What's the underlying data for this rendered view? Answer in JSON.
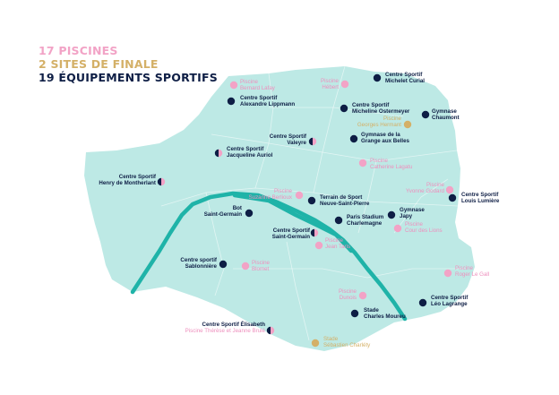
{
  "legend": {
    "piscines": "17 PISCINES",
    "finale": "2 SITES DE FINALE",
    "equipements": "19 ÉQUIPEMENTS SPORTIFS"
  },
  "colors": {
    "map_fill": "#bde9e5",
    "river": "#1fb3a8",
    "pink": "#f2a3c6",
    "gold": "#d4b067",
    "navy": "#0e1e45"
  },
  "sites": [
    {
      "lines": [
        "Piscine",
        "Bernard Lafay"
      ],
      "category": "pink"
    },
    {
      "lines": [
        "Piscine",
        "Hébert"
      ],
      "category": "pink"
    },
    {
      "lines": [
        "Centre Sportif",
        "Michelet Curial"
      ],
      "category": "navy"
    },
    {
      "lines": [
        "Centre Sportif",
        "Alexandre Lippmann"
      ],
      "category": "navy"
    },
    {
      "lines": [
        "Centre Sportif",
        "Micheline Ostermeyer"
      ],
      "category": "navy"
    },
    {
      "lines": [
        "Piscine",
        "Georges Hermant"
      ],
      "category": "gold"
    },
    {
      "lines": [
        "Gymnase",
        "Chaumont"
      ],
      "category": "navy"
    },
    {
      "lines": [
        "Centre Sportif",
        "Valeyre"
      ],
      "category": "half"
    },
    {
      "lines": [
        "Gymnase de la",
        "Grange aux Belles"
      ],
      "category": "navy"
    },
    {
      "lines": [
        "Centre Sportif",
        "Jacqueline Auriol"
      ],
      "category": "half"
    },
    {
      "lines": [
        "Piscine",
        "Catherine Lagatu"
      ],
      "category": "pink"
    },
    {
      "lines": [
        "Centre Sportif",
        "Henry de Montherlant"
      ],
      "category": "half"
    },
    {
      "lines": [
        "Piscine",
        "Yvonne Godard"
      ],
      "category": "pink"
    },
    {
      "lines": [
        "Centre Sportif",
        "Louis Lumière"
      ],
      "category": "navy"
    },
    {
      "lines": [
        "Piscine",
        "Suzanne Berlioux"
      ],
      "category": "pink"
    },
    {
      "lines": [
        "Terrain de Sport",
        "Neuve-Saint-Pierre"
      ],
      "category": "navy"
    },
    {
      "lines": [
        "Bot",
        "Saint-Germain"
      ],
      "category": "navy"
    },
    {
      "lines": [
        "Gymnase",
        "Japy"
      ],
      "category": "navy"
    },
    {
      "lines": [
        "Paris Stadium",
        "Charlemagne"
      ],
      "category": "navy"
    },
    {
      "lines": [
        "Piscine",
        "Cour des Lions"
      ],
      "category": "pink"
    },
    {
      "lines": [
        "Centre Sportif",
        "Saint-Germain"
      ],
      "category": "half"
    },
    {
      "lines": [
        "Piscine",
        "Jean Taris"
      ],
      "category": "pink"
    },
    {
      "lines": [
        "Centre sportif",
        "Sablonnière"
      ],
      "category": "navy"
    },
    {
      "lines": [
        "Piscine",
        "Blomet"
      ],
      "category": "pink"
    },
    {
      "lines": [
        "Piscine",
        "Roger Le Gall"
      ],
      "category": "pink"
    },
    {
      "lines": [
        "Piscine",
        "Dunois"
      ],
      "category": "pink"
    },
    {
      "lines": [
        "Centre Sportif",
        "Léo Lagrange"
      ],
      "category": "navy"
    },
    {
      "lines": [
        "Stade",
        "Charles Moureu"
      ],
      "category": "navy"
    },
    {
      "lines": [
        "Centre Sportif Élisabeth",
        "Piscine Thérèse et Jeanne Brulé"
      ],
      "category": "half"
    },
    {
      "lines": [
        "Stade",
        "Sébastien Charléty"
      ],
      "category": "gold"
    }
  ]
}
